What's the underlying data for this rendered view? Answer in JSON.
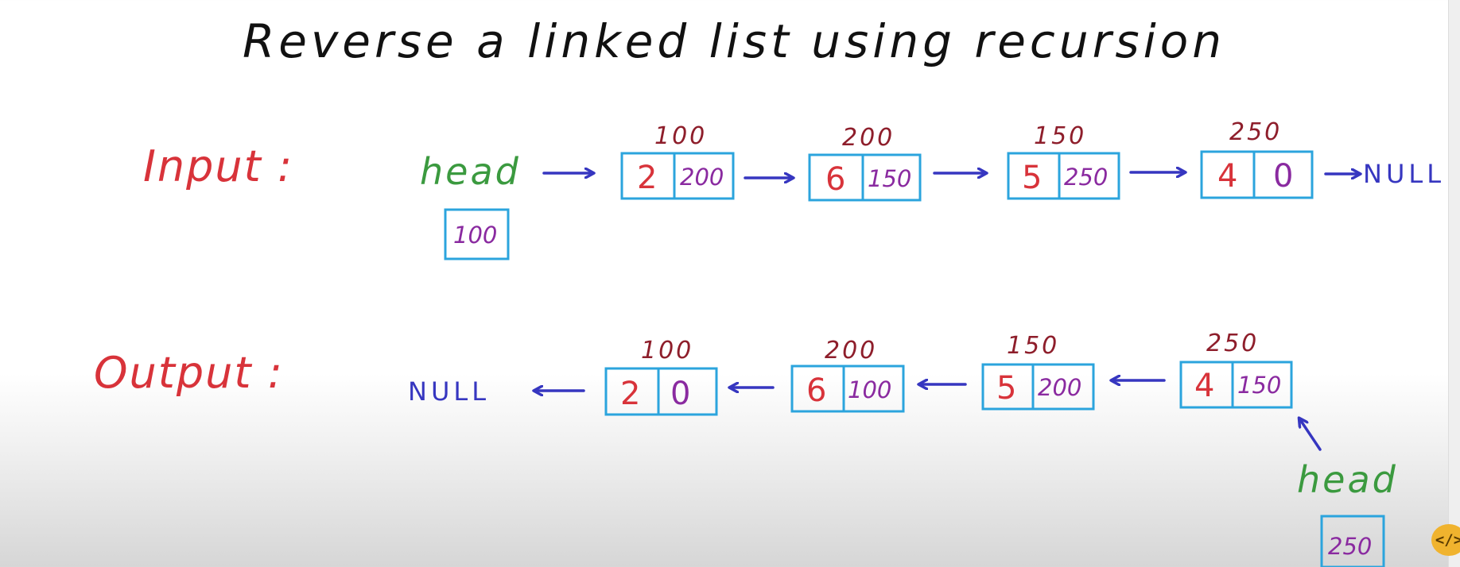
{
  "title": "Reverse a linked list using recursion",
  "input": {
    "label": "Input :",
    "head_label": "head",
    "head_value": "100",
    "nodes": [
      {
        "address": "100",
        "data": "2",
        "next": "200"
      },
      {
        "address": "200",
        "data": "6",
        "next": "150"
      },
      {
        "address": "150",
        "data": "5",
        "next": "250"
      },
      {
        "address": "250",
        "data": "4",
        "next": "0"
      }
    ],
    "null_label": "NULL"
  },
  "output": {
    "label": "Output :",
    "head_label": "head",
    "head_value": "250",
    "nodes": [
      {
        "address": "100",
        "data": "2",
        "next": "0"
      },
      {
        "address": "200",
        "data": "6",
        "next": "100"
      },
      {
        "address": "150",
        "data": "5",
        "next": "200"
      },
      {
        "address": "250",
        "data": "4",
        "next": "150"
      }
    ],
    "null_label": "NULL"
  },
  "badge": "</>",
  "colors": {
    "title": "#111111",
    "section_label": "#d8333a",
    "address": "#8e1e2b",
    "data": "#d8333a",
    "pointer": "#8a2aa0",
    "head": "#3b9a3f",
    "arrow_null": "#3636c0",
    "box": "#2ba4dd"
  }
}
